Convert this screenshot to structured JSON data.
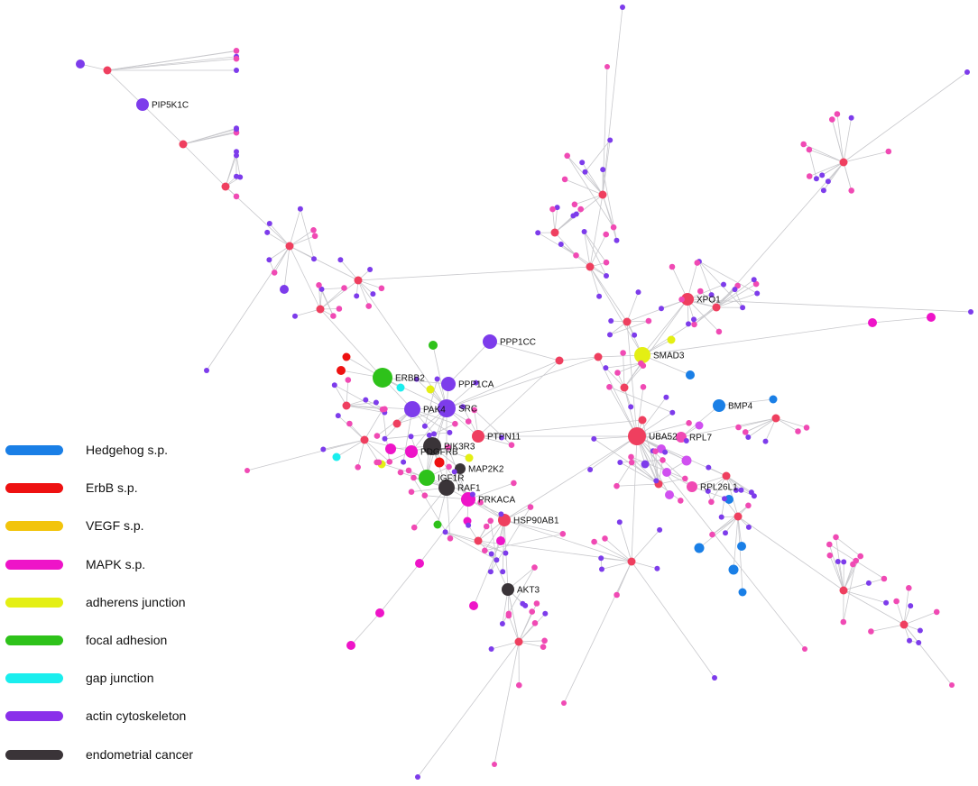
{
  "legend": [
    {
      "label": "Hedgehog s.p.",
      "color": "#1a7fe6"
    },
    {
      "label": "ErbB s.p.",
      "color": "#ee1111"
    },
    {
      "label": "VEGF s.p.",
      "color": "#f2c40c"
    },
    {
      "label": "MAPK s.p.",
      "color": "#ee14c8"
    },
    {
      "label": "adherens junction",
      "color": "#e4ef14"
    },
    {
      "label": "focal adhesion",
      "color": "#2ec21a"
    },
    {
      "label": "gap junction",
      "color": "#1aeeee"
    },
    {
      "label": "actin cytoskeleton",
      "color": "#8a30ea"
    },
    {
      "label": "endometrial cancer",
      "color": "#3a3438"
    }
  ],
  "node_colors": {
    "hub": "#ef3f5f",
    "pink": "#f04ab4",
    "purple": "#7d3ceb",
    "violet": "#d050f0",
    "blue": "#1a7fe6",
    "red": "#ee1111",
    "yellow": "#e4ef14",
    "green": "#2ec21a",
    "cyan": "#1aeeee",
    "dark": "#3a3438",
    "magenta": "#ee14c8"
  },
  "labeled_genes": [
    "PIP5K1C",
    "PPP1CC",
    "XPO1",
    "SMAD3",
    "ERBB2",
    "PPP1CA",
    "PAK4",
    "SRC",
    "BMP4",
    "PTPN11",
    "UBA52",
    "RPL7",
    "PIK3R3",
    "PDGFRB",
    "MAP2K2",
    "IGF1R",
    "RPL26L1",
    "RAF1",
    "PRKACA",
    "HSP90AB1",
    "AKT3"
  ]
}
